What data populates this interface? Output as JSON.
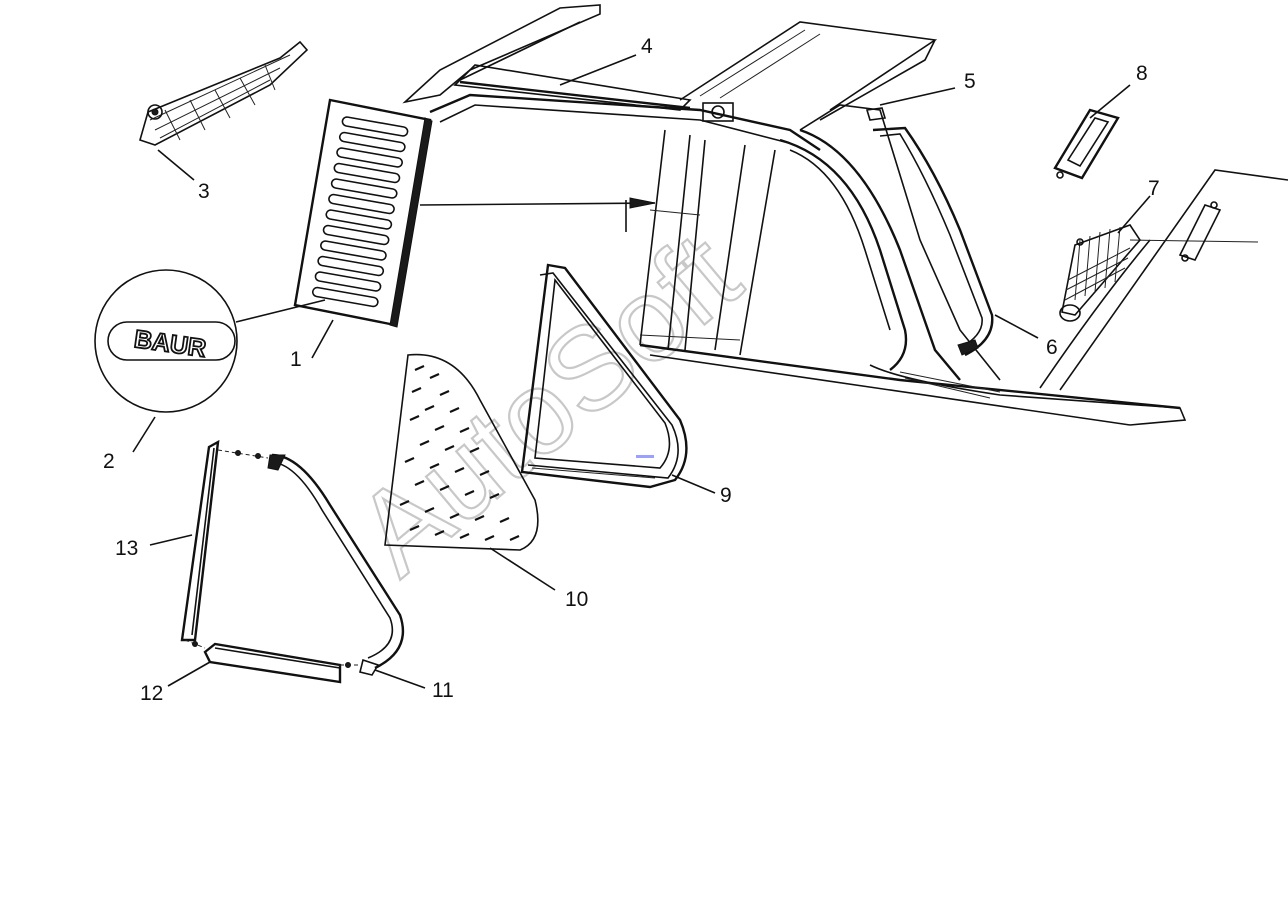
{
  "callouts": {
    "c1": "1",
    "c2": "2",
    "c3": "3",
    "c4": "4",
    "c5": "5",
    "c6": "6",
    "c7": "7",
    "c8": "8",
    "c9": "9",
    "c10": "10",
    "c11": "11",
    "c12": "12",
    "c13": "13"
  },
  "badge_text": "BAUR",
  "watermark": "AutoSoft",
  "colors": {
    "ink": "#111111",
    "watermark": "#c8c8c8",
    "accent_mark": "#9aa0ff"
  }
}
